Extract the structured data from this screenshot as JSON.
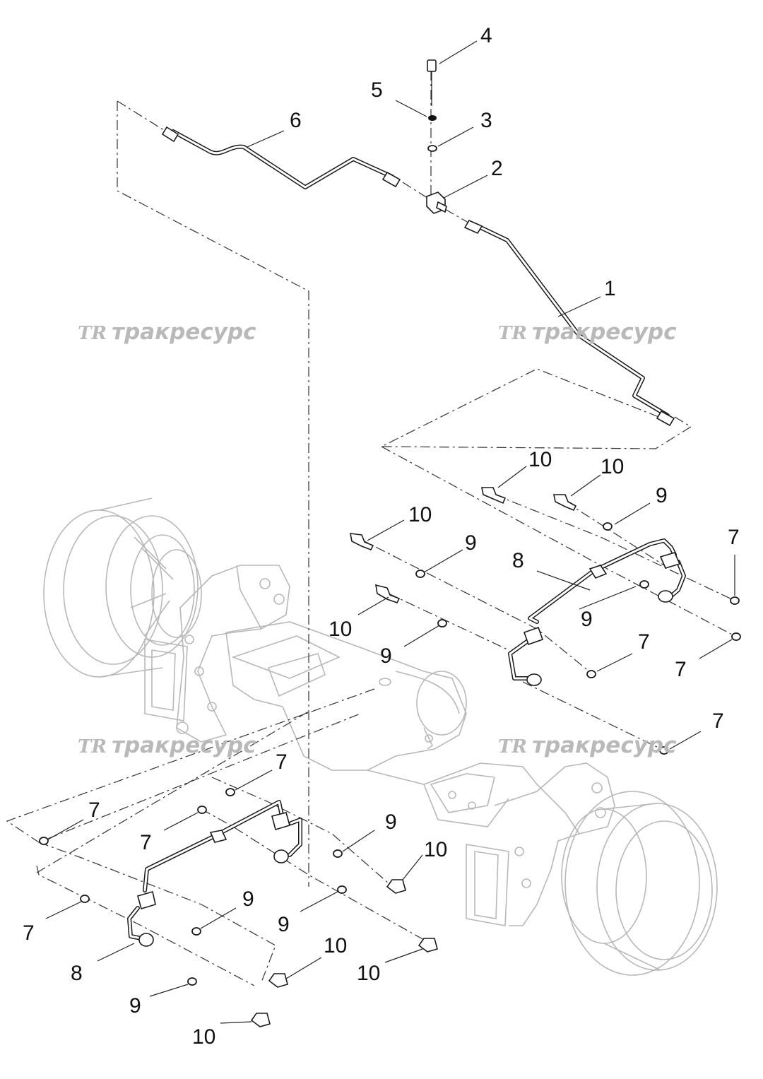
{
  "watermarks": [
    {
      "logo": "TR",
      "text": "тракресурс"
    },
    {
      "logo": "TR",
      "text": "тракресурс"
    },
    {
      "logo": "TR",
      "text": "тракресурс"
    },
    {
      "logo": "TR",
      "text": "тракресурс"
    }
  ],
  "callouts": {
    "c1": "1",
    "c2": "2",
    "c3": "3",
    "c4": "4",
    "c5": "5",
    "c6": "6",
    "c7a": "7",
    "c7b": "7",
    "c7c": "7",
    "c7d": "7",
    "c7e": "7",
    "c7f": "7",
    "c7g": "7",
    "c7h": "7",
    "c8a": "8",
    "c8b": "8",
    "c9a": "9",
    "c9b": "9",
    "c9c": "9",
    "c9d": "9",
    "c9e": "9",
    "c9f": "9",
    "c9g": "9",
    "c9h": "9",
    "c10a": "10",
    "c10b": "10",
    "c10c": "10",
    "c10d": "10",
    "c10e": "10",
    "c10f": "10",
    "c10g": "10",
    "c10h": "10"
  }
}
